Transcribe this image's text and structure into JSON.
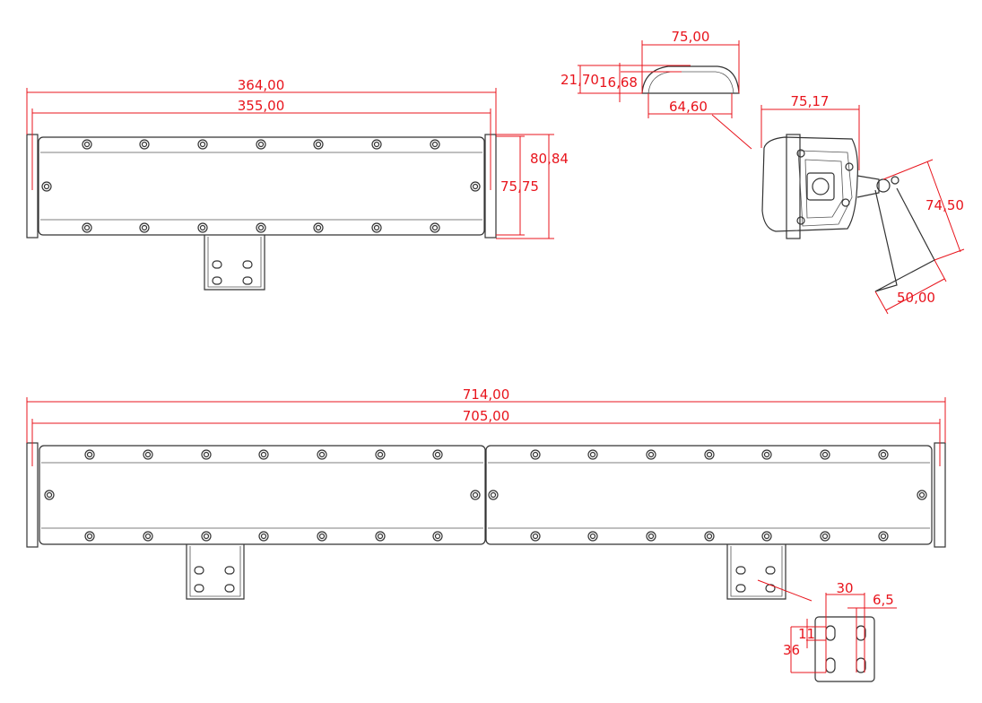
{
  "colors": {
    "dimension": "#e8141c",
    "outline": "#333333"
  },
  "short_bar": {
    "overall_length": "364,00",
    "body_length": "355,00",
    "overall_height": "80,84",
    "body_height": "75,75"
  },
  "profile": {
    "width": "75,00",
    "height_outer": "21,70",
    "height_inner": "16,68",
    "base_width": "64,60"
  },
  "side_view": {
    "width": "75,17",
    "bracket_height": "74,50",
    "bracket_width": "50,00"
  },
  "long_bar": {
    "overall_length": "714,00",
    "body_length": "705,00"
  },
  "bracket_detail": {
    "hole_spacing_x": "30",
    "slot_width": "6,5",
    "slot_length": "11",
    "hole_spacing_y": "36"
  }
}
